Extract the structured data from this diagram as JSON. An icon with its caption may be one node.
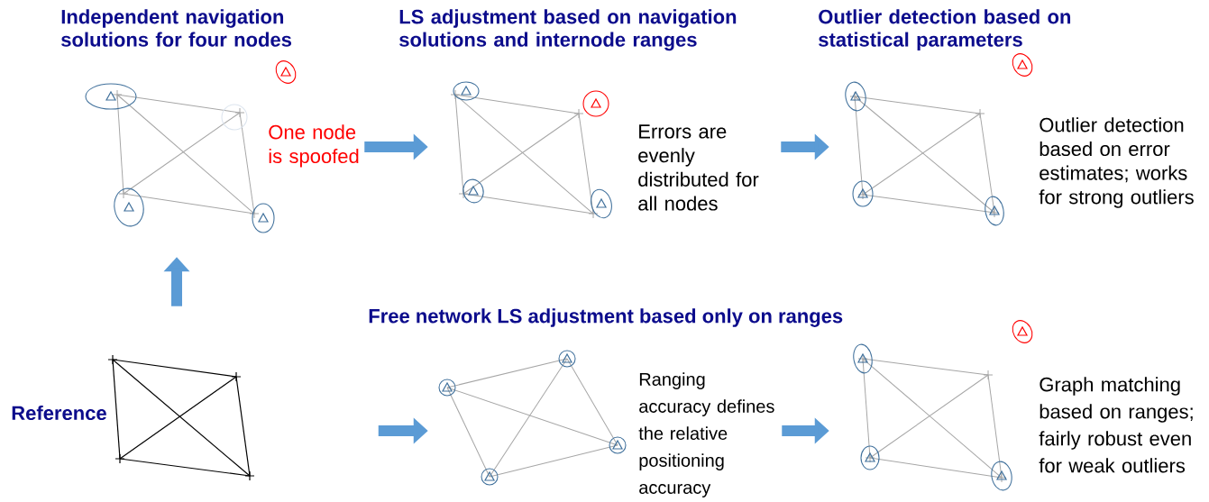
{
  "diagram": {
    "nodes": [
      {
        "text": [],
        "shape": "picture",
        "beside": [
          "Independent navigation solutions for four nodes",
          "One node is spoofed"
        ]
      },
      {
        "text": [],
        "shape": "picture",
        "beside": [
          "LS adjustment based on navigation solutions and internode ranges",
          "Errors are evenly distributed for all nodes"
        ]
      },
      {
        "text": [],
        "shape": "picture",
        "beside": [
          "Outlier detection based on statistical parameters",
          "Outlier detection based on error estimates; works for strong outliers"
        ]
      },
      {
        "text": [],
        "shape": "picture",
        "beside": [
          "Reference"
        ]
      },
      {
        "text": [],
        "shape": "picture",
        "beside": [
          "Ranging accuracy defines the relative positioning accuracy"
        ]
      },
      {
        "text": [],
        "shape": "picture",
        "beside": [
          "Graph matching based on ranges; fairly robust even for weak outliers"
        ]
      }
    ],
    "edges": [
      {
        "from": 3,
        "to": 0,
        "arrow": "to"
      },
      {
        "from": 0,
        "to": 1,
        "arrow": "to"
      },
      {
        "from": 1,
        "to": 2,
        "arrow": "to"
      },
      {
        "from": null,
        "to": 4,
        "arrow": "to"
      },
      {
        "from": 4,
        "to": 5,
        "arrow": "to"
      }
    ],
    "labels": [
      "Free network LS adjustment based only on ranges"
    ]
  }
}
